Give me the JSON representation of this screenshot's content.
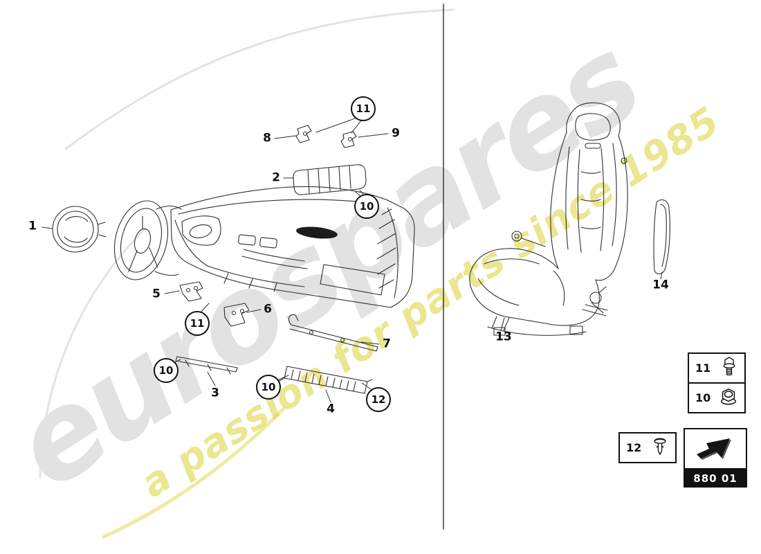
{
  "watermark": {
    "brand": "eurospares",
    "tagline": "a passion for parts since 1985"
  },
  "callouts": [
    {
      "label": "1"
    },
    {
      "label": "2"
    },
    {
      "label": "3"
    },
    {
      "label": "4"
    },
    {
      "label": "5"
    },
    {
      "label": "6"
    },
    {
      "label": "7"
    },
    {
      "label": "8"
    },
    {
      "label": "9"
    },
    {
      "label": "10"
    },
    {
      "label": "10"
    },
    {
      "label": "10"
    },
    {
      "label": "11"
    },
    {
      "label": "11"
    },
    {
      "label": "12"
    },
    {
      "label": "13"
    },
    {
      "label": "14"
    }
  ],
  "legend": {
    "fasteners": [
      {
        "label": "11",
        "icon": "hex-bolt-icon"
      },
      {
        "label": "10",
        "icon": "flange-nut-icon"
      },
      {
        "label": "12",
        "icon": "expansion-rivet-icon"
      }
    ],
    "arrow_icon": "direction-arrow-icon",
    "part_group_code": "880 01"
  },
  "colors": {
    "line": "#2e2e2e",
    "watermark_gray": "#e2e2e2",
    "watermark_yellow": "#ded646"
  }
}
